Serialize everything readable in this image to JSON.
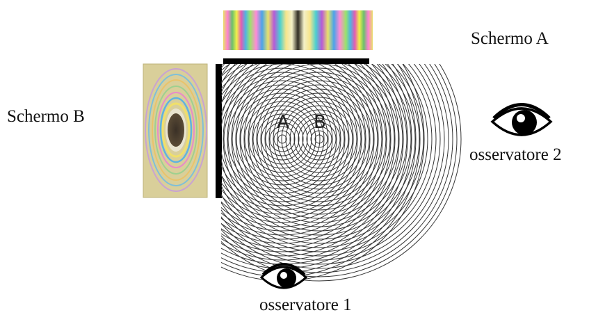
{
  "labels": {
    "screen_a": "Schermo A",
    "screen_b": "Schermo B",
    "observer_1": "osservatore 1",
    "observer_2": "osservatore 2",
    "source_a": "A",
    "source_b": "B"
  },
  "icons": {
    "observer": "eye-icon"
  },
  "colors": {
    "screen_bar": "#000000",
    "ring_stroke": "#333333",
    "fringe_card_bg": "#d9cf9a"
  }
}
